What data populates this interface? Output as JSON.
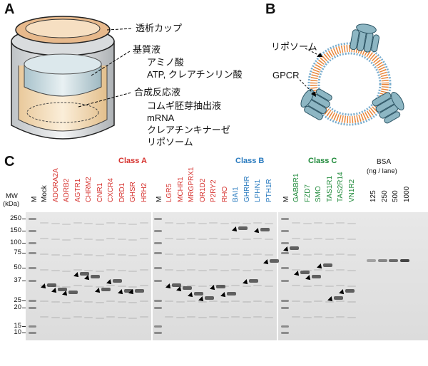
{
  "panels": {
    "A": "A",
    "B": "B",
    "C": "C"
  },
  "panelA": {
    "dialysis_cup": "透析カップ",
    "substrate_solution": "基質液",
    "substrate_items": [
      "アミノ酸",
      "ATP, クレアチンリン酸"
    ],
    "synthesis_solution": "合成反応液",
    "synthesis_items": [
      "コムギ胚芽抽出液",
      "mRNA",
      "クレアチンキナーゼ",
      "リポソーム"
    ]
  },
  "panelB": {
    "liposome": "リポソーム",
    "gpcr": "GPCR"
  },
  "panelC": {
    "mw_header": [
      "MW",
      "(kDa)"
    ],
    "marker_label": "M",
    "mw_values": [
      "250",
      "150",
      "100",
      "75",
      "50",
      "37",
      "25",
      "20",
      "15",
      "10"
    ],
    "classA": {
      "title": "Class A",
      "color": "#d6332f",
      "lanes": [
        "Mock",
        "ADORA2A",
        "ADRB2",
        "AGTR1",
        "CHRM2",
        "CNR1",
        "CXCR4",
        "DRD1",
        "GHSR",
        "HRH2"
      ]
    },
    "classB": {
      "title": "Class B",
      "color": "#2a7bbf",
      "lanes_red": [
        "LGR5",
        "MCHR1",
        "MRGPRX1",
        "OR1D2",
        "P2RY2",
        "RHO"
      ],
      "lanes_blue": [
        "BAI1",
        "GHRHR",
        "LPHN1",
        "PTH1R"
      ]
    },
    "classC": {
      "title": "Class C",
      "color": "#1f8a3a",
      "lanes": [
        "GABBR1",
        "FZD7",
        "SMO",
        "TAS1R1",
        "TAS2R14",
        "VN1R2"
      ]
    },
    "bsa": {
      "title": "BSA",
      "subtitle": "(ng / lane)",
      "lanes": [
        "125",
        "250",
        "500",
        "1000"
      ]
    }
  }
}
